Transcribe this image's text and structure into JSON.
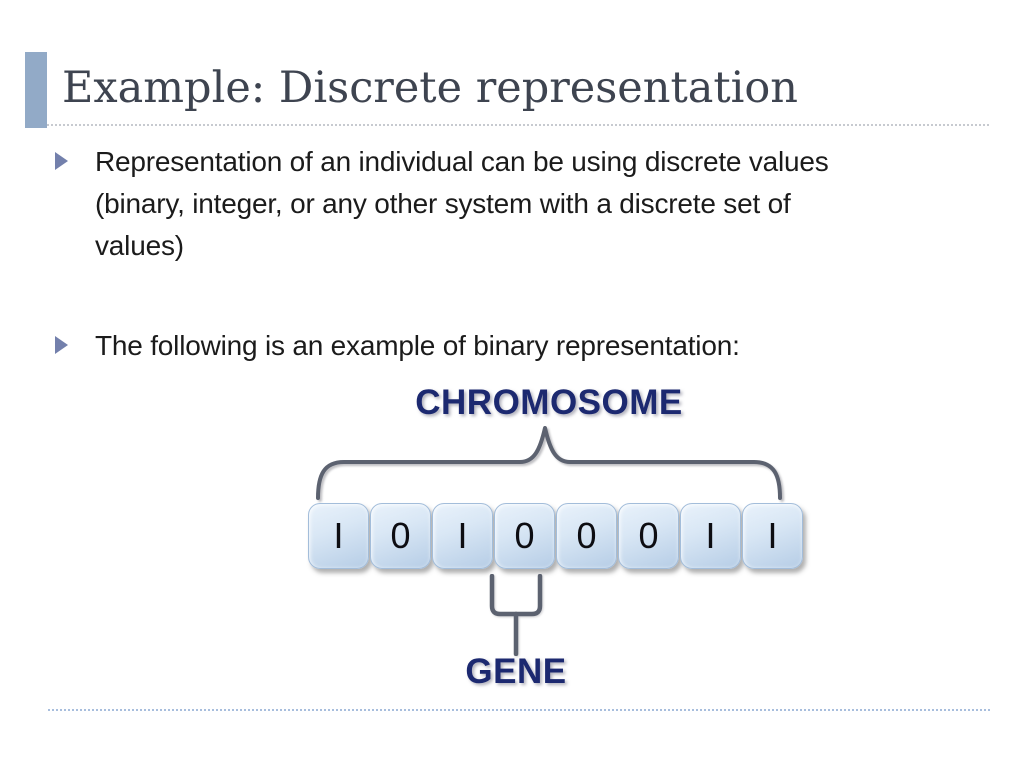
{
  "slide_title": "Example: Discrete representation",
  "bullets": [
    {
      "lines": [
        "Representation of an individual can be using discrete values",
        "(binary, integer, or any other system with a discrete set of",
        "values)"
      ]
    },
    {
      "lines": [
        "The following is an example of binary representation:"
      ]
    }
  ],
  "diagram": {
    "chromosome_label": "CHROMOSOME",
    "cells": [
      "I",
      "0",
      "I",
      "0",
      "0",
      "0",
      "I",
      "I"
    ],
    "binary_value": "10100011",
    "gene_label": "GENE",
    "gene_cell_index": 3
  },
  "colors": {
    "title_text": "#3e4450",
    "accent_bar": "#92aac7",
    "body_text": "#1b1b1b",
    "bullet_marker": "#7380ac",
    "label_navy": "#1c2970",
    "brace_gray": "#5c6270",
    "cell_fill_light": "#e9f2fb",
    "cell_fill_dark": "#b6cde6",
    "cell_border": "#a3bdda",
    "title_rule_dotted": "#c7cad0",
    "bottom_rule_dotted": "#a8bedd"
  }
}
